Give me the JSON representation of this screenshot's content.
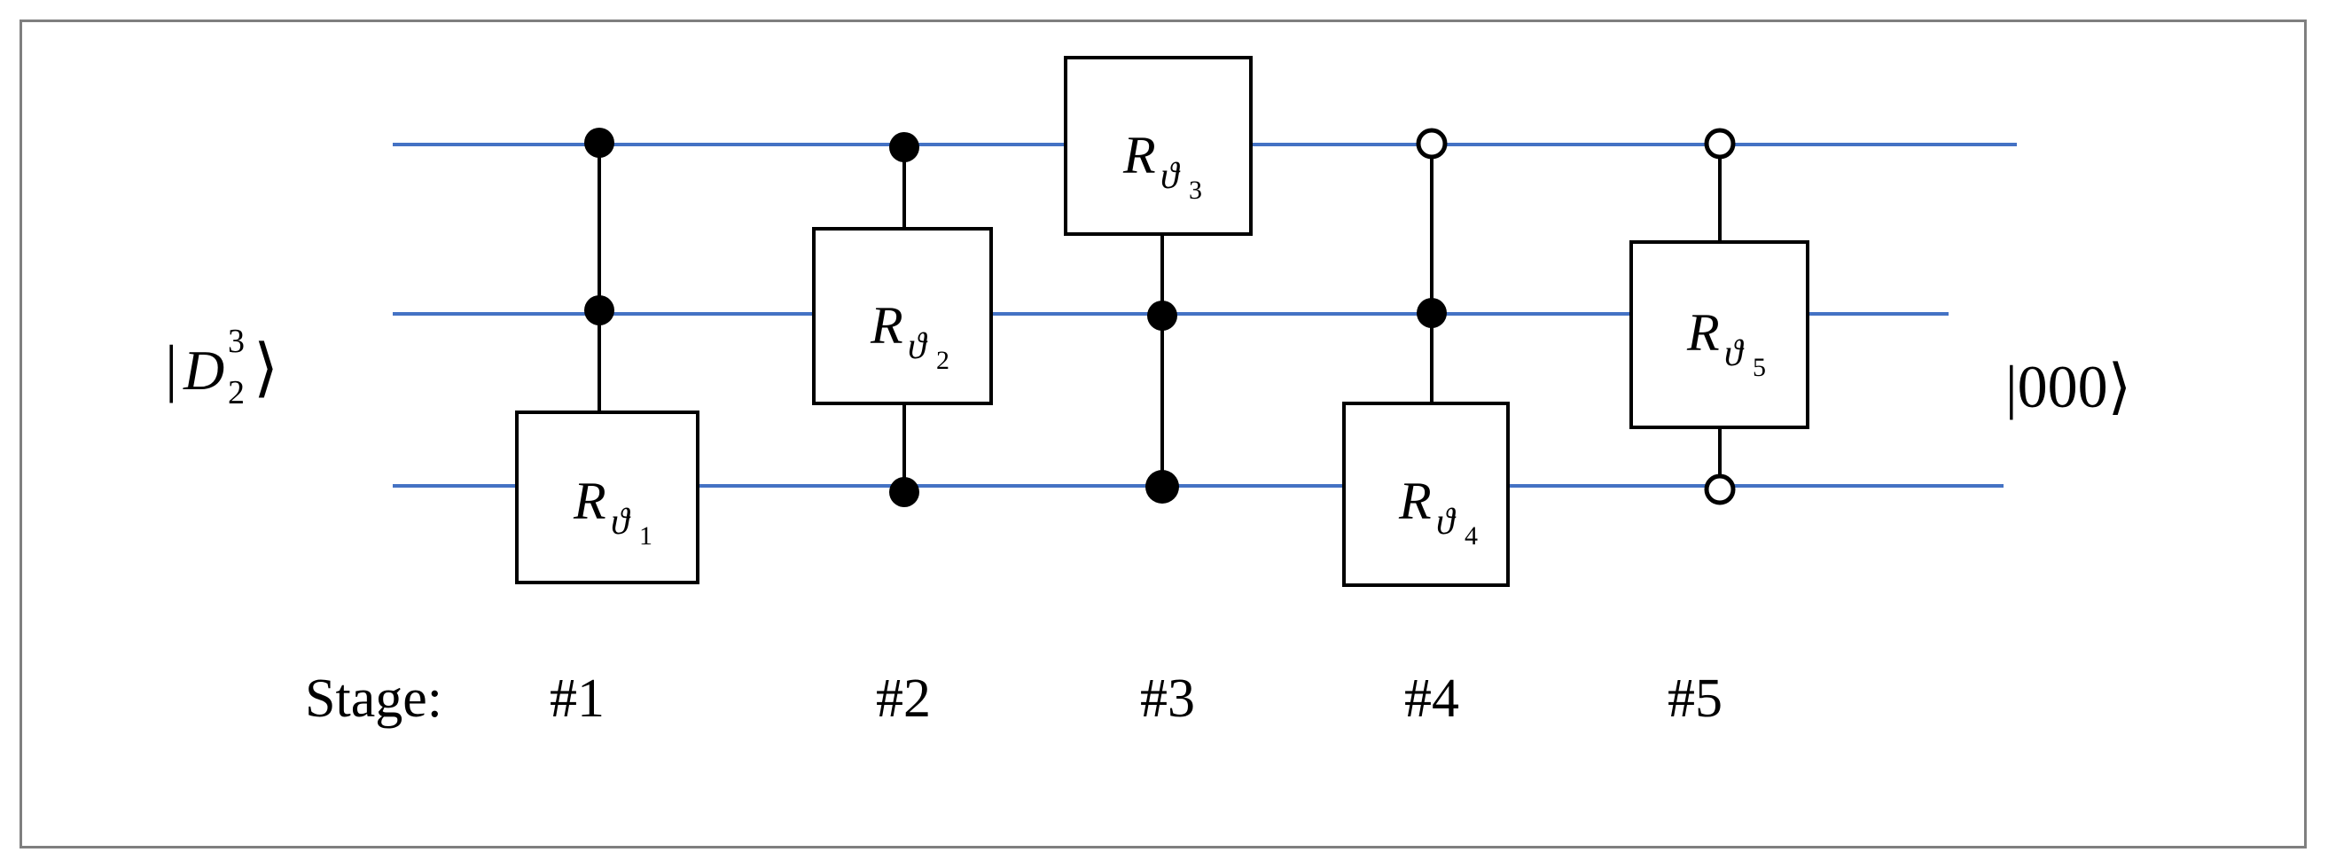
{
  "input_state": {
    "bar": "|",
    "D": "D",
    "sub": "2",
    "sup": "3",
    "angle": "⟩"
  },
  "output_state": {
    "text": "|000⟩"
  },
  "stage_label": "Stage:",
  "stages": [
    "#1",
    "#2",
    "#3",
    "#4",
    "#5"
  ],
  "gates": [
    {
      "R": "R",
      "theta": "ϑ",
      "sub": "1"
    },
    {
      "R": "R",
      "theta": "ϑ",
      "sub": "2"
    },
    {
      "R": "R",
      "theta": "ϑ",
      "sub": "3"
    },
    {
      "R": "R",
      "theta": "ϑ",
      "sub": "4"
    },
    {
      "R": "R",
      "theta": "ϑ",
      "sub": "5"
    }
  ],
  "colors": {
    "wire": "#4472c4",
    "frame": "#7f7f7f",
    "ink": "#000000"
  }
}
